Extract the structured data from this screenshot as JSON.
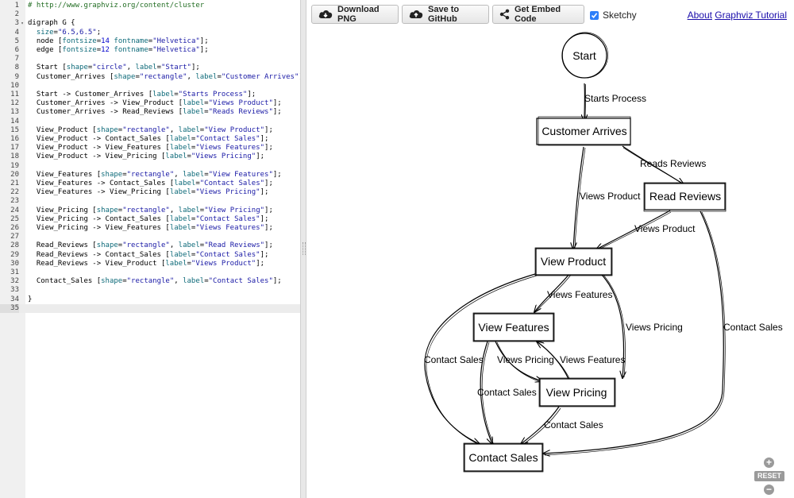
{
  "editor": {
    "lines": [
      {
        "n": "1",
        "fold": "",
        "code": "# http://www.graphviz.org/content/cluster"
      },
      {
        "n": "2",
        "fold": "",
        "code": ""
      },
      {
        "n": "3",
        "fold": "▾",
        "code": "digraph G {"
      },
      {
        "n": "4",
        "fold": "",
        "code": "  size=\"6.5,6.5\";"
      },
      {
        "n": "5",
        "fold": "",
        "code": "  node [fontsize=14 fontname=\"Helvetica\"];"
      },
      {
        "n": "6",
        "fold": "",
        "code": "  edge [fontsize=12 fontname=\"Helvetica\"];"
      },
      {
        "n": "7",
        "fold": "",
        "code": ""
      },
      {
        "n": "8",
        "fold": "",
        "code": "  Start [shape=\"circle\", label=\"Start\"];"
      },
      {
        "n": "9",
        "fold": "",
        "code": "  Customer_Arrives [shape=\"rectangle\", label=\"Customer Arrives\"];"
      },
      {
        "n": "10",
        "fold": "",
        "code": ""
      },
      {
        "n": "11",
        "fold": "",
        "code": "  Start -> Customer_Arrives [label=\"Starts Process\"];"
      },
      {
        "n": "12",
        "fold": "",
        "code": "  Customer_Arrives -> View_Product [label=\"Views Product\"];"
      },
      {
        "n": "13",
        "fold": "",
        "code": "  Customer_Arrives -> Read_Reviews [label=\"Reads Reviews\"];"
      },
      {
        "n": "14",
        "fold": "",
        "code": ""
      },
      {
        "n": "15",
        "fold": "",
        "code": "  View_Product [shape=\"rectangle\", label=\"View Product\"];"
      },
      {
        "n": "16",
        "fold": "",
        "code": "  View_Product -> Contact_Sales [label=\"Contact Sales\"];"
      },
      {
        "n": "17",
        "fold": "",
        "code": "  View_Product -> View_Features [label=\"Views Features\"];"
      },
      {
        "n": "18",
        "fold": "",
        "code": "  View_Product -> View_Pricing [label=\"Views Pricing\"];"
      },
      {
        "n": "19",
        "fold": "",
        "code": ""
      },
      {
        "n": "20",
        "fold": "",
        "code": "  View_Features [shape=\"rectangle\", label=\"View Features\"];"
      },
      {
        "n": "21",
        "fold": "",
        "code": "  View_Features -> Contact_Sales [label=\"Contact Sales\"];"
      },
      {
        "n": "22",
        "fold": "",
        "code": "  View_Features -> View_Pricing [label=\"Views Pricing\"];"
      },
      {
        "n": "23",
        "fold": "",
        "code": ""
      },
      {
        "n": "24",
        "fold": "",
        "code": "  View_Pricing [shape=\"rectangle\", label=\"View Pricing\"];"
      },
      {
        "n": "25",
        "fold": "",
        "code": "  View_Pricing -> Contact_Sales [label=\"Contact Sales\"];"
      },
      {
        "n": "26",
        "fold": "",
        "code": "  View_Pricing -> View_Features [label=\"Views Features\"];"
      },
      {
        "n": "27",
        "fold": "",
        "code": ""
      },
      {
        "n": "28",
        "fold": "",
        "code": "  Read_Reviews [shape=\"rectangle\", label=\"Read Reviews\"];"
      },
      {
        "n": "29",
        "fold": "",
        "code": "  Read_Reviews -> Contact_Sales [label=\"Contact Sales\"];"
      },
      {
        "n": "30",
        "fold": "",
        "code": "  Read_Reviews -> View_Product [label=\"Views Product\"];"
      },
      {
        "n": "31",
        "fold": "",
        "code": ""
      },
      {
        "n": "32",
        "fold": "",
        "code": "  Contact_Sales [shape=\"rectangle\", label=\"Contact Sales\"];"
      },
      {
        "n": "33",
        "fold": "",
        "code": ""
      },
      {
        "n": "34",
        "fold": "",
        "code": "}"
      },
      {
        "n": "35",
        "fold": "",
        "code": ""
      }
    ],
    "active_line": 35
  },
  "toolbar": {
    "download_label": "Download PNG",
    "github_label": "Save to GitHub",
    "embed_label": "Get Embed Code",
    "sketchy_label": "Sketchy",
    "sketchy_checked": true,
    "about_label": "About",
    "tutorial_label": "Graphviz Tutorial"
  },
  "graph": {
    "nodes": {
      "start": "Start",
      "customer_arrives": "Customer Arrives",
      "read_reviews": "Read Reviews",
      "view_product": "View Product",
      "view_features": "View Features",
      "view_pricing": "View Pricing",
      "contact_sales": "Contact Sales"
    },
    "edges": {
      "start_customer": "Starts Process",
      "customer_reviews": "Reads Reviews",
      "customer_product": "Views Product",
      "reviews_product": "Views Product",
      "product_features": "Views Features",
      "product_pricing": "Views Pricing",
      "product_contact": "Contact Sales",
      "reviews_contact": "Contact Sales",
      "features_pricing": "Views Pricing",
      "pricing_features": "Views Features",
      "features_contact": "Contact Sales",
      "pricing_contact": "Contact Sales"
    }
  },
  "zoom": {
    "plus": "+",
    "reset": "RESET",
    "minus": "−"
  }
}
